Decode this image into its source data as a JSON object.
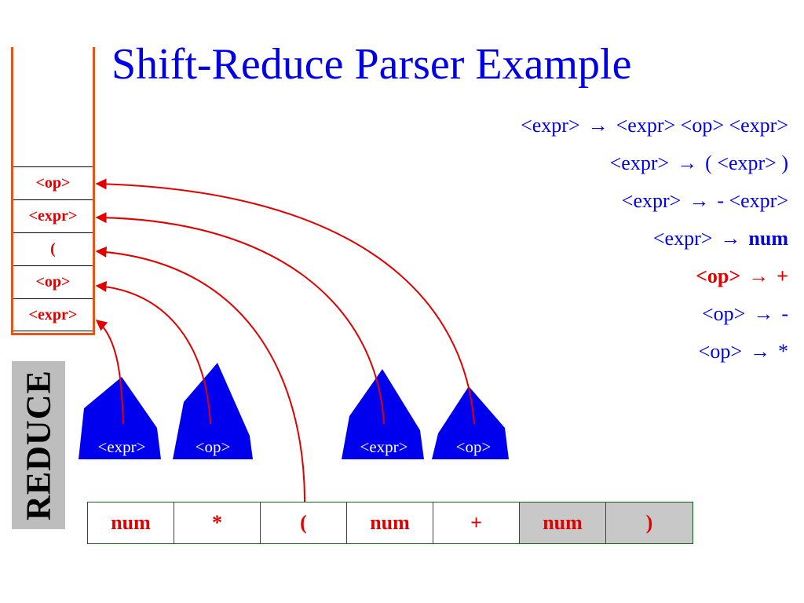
{
  "title": "Shift-Reduce Parser Example",
  "stack": [
    "<op>",
    "<expr>",
    "(",
    "<op>",
    "<expr>"
  ],
  "action_label": "REDUCE",
  "grammar": [
    {
      "lhs": "<expr>",
      "arrow": "→",
      "rhs": "<expr> <op> <expr>",
      "highlight": false
    },
    {
      "lhs": "<expr>",
      "arrow": "→",
      "rhs": "( <expr> )",
      "highlight": false
    },
    {
      "lhs": "<expr>",
      "arrow": "→",
      "rhs": "- <expr>",
      "highlight": false
    },
    {
      "lhs": "<expr>",
      "arrow": "→",
      "rhs": "num",
      "highlight": false
    },
    {
      "lhs": "<op>",
      "arrow": "→",
      "rhs": "+",
      "highlight": true
    },
    {
      "lhs": "<op>",
      "arrow": "→",
      "rhs": "-",
      "highlight": false
    },
    {
      "lhs": "<op>",
      "arrow": "→",
      "rhs": "*",
      "highlight": false
    }
  ],
  "input": [
    {
      "token": "num",
      "consumed": false
    },
    {
      "token": "*",
      "consumed": false
    },
    {
      "token": "(",
      "consumed": false
    },
    {
      "token": "num",
      "consumed": false
    },
    {
      "token": "+",
      "consumed": false
    },
    {
      "token": "num",
      "consumed": true
    },
    {
      "token": ")",
      "consumed": true
    }
  ],
  "trees": [
    "<expr>",
    "<op>",
    "<expr>",
    "<op>"
  ],
  "colors": {
    "title": "#0000e6",
    "stack_border": "#e8531c",
    "token": "#e00000",
    "tree_fill": "#0000ee",
    "arrow": "#e00000"
  }
}
